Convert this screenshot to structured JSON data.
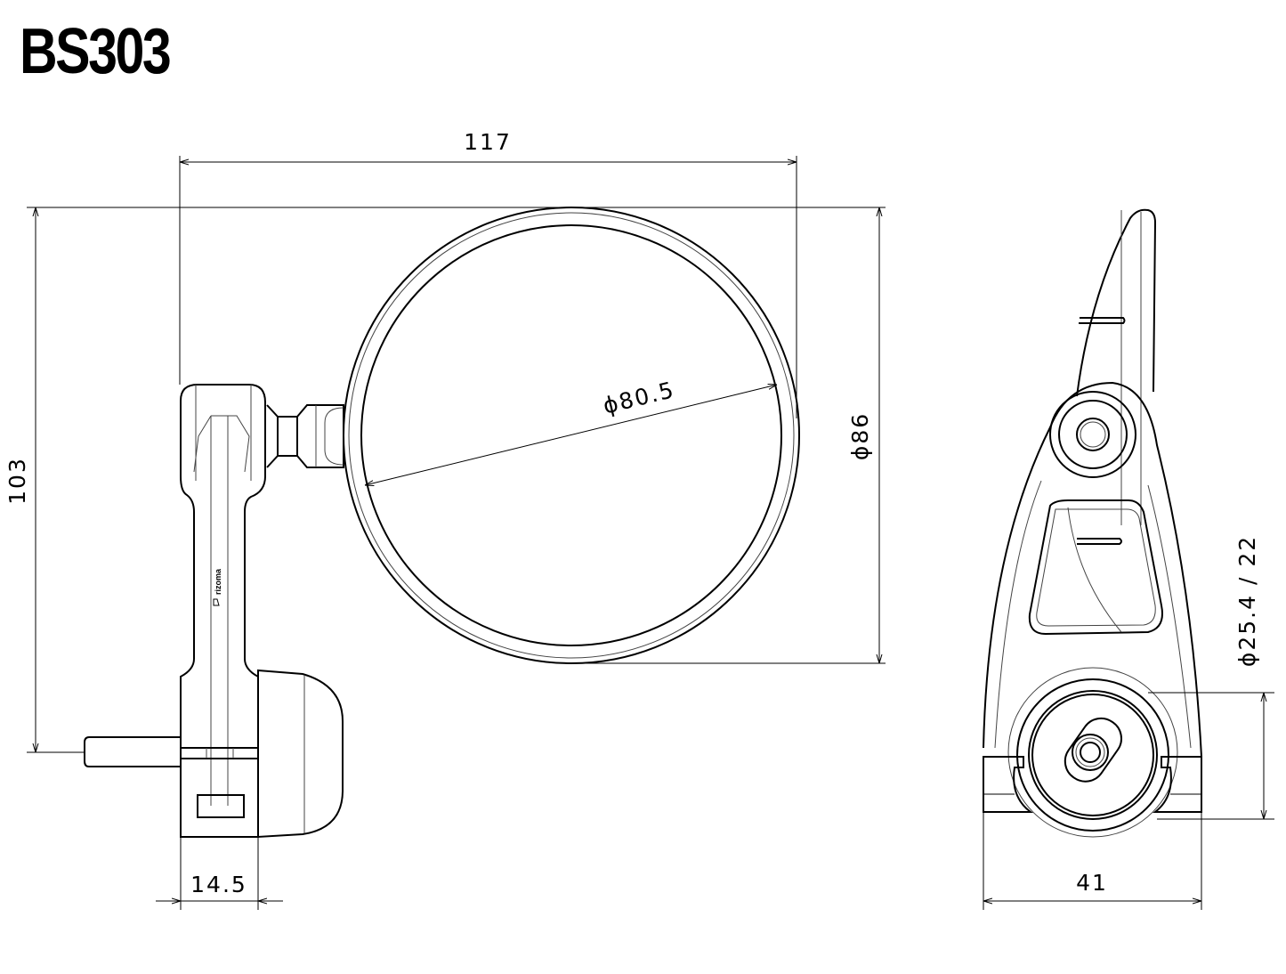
{
  "title": "BS303",
  "logo_text": "rizoma",
  "dimensions": {
    "overall_width": "117",
    "overall_height": "103",
    "mirror_glass_diameter": "ϕ80.5",
    "mirror_outer_diameter": "ϕ86",
    "arm_width": "14.5",
    "side_width": "41",
    "bar_diameter": "ϕ25.4 / 22"
  }
}
